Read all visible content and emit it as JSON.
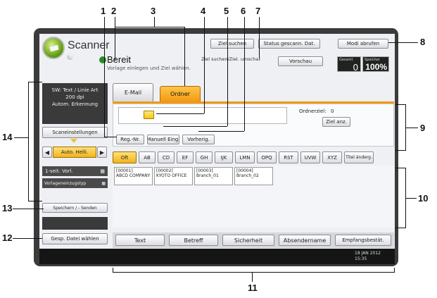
{
  "callouts": [
    "1",
    "2",
    "3",
    "4",
    "5",
    "6",
    "7",
    "8",
    "9",
    "10",
    "11",
    "12",
    "13",
    "14"
  ],
  "header": {
    "app_title": "Scanner",
    "status_title": "Bereit",
    "status_subtitle": "Vorlage einlegen und Ziel wählen.",
    "btn_dest_search": "Ziel suchen",
    "btn_scanned_status": "Status gescann. Dat.",
    "btn_recall_program": "Modi abrufen",
    "btn_switch_dest_list": "Ziel suchen/Ziel. umschalt.",
    "btn_preview": "Vorschau",
    "counter_label": "Gesamt",
    "counter_value": "0",
    "memory_label": "Speicher",
    "memory_value": "100%"
  },
  "tabs": {
    "email": "E-Mail",
    "folder": "Ordner"
  },
  "sidebar": {
    "settings_lines": [
      "SW: Text / Linie Art",
      "200 dpi",
      "Autom. Erkennung"
    ],
    "scan_settings_btn": "Scaneinstellungen",
    "density_value": "Auto. Helli.",
    "orig_type_btn": "1-seit. Vorl.",
    "orig_feed_btn": "Vorlageneinzugstyp",
    "store_send_btn": "Speichern / - Senden",
    "select_stored_btn": "Gesp. Datei wählen"
  },
  "dest_area": {
    "reg_no_btn": "Reg.-Nr.",
    "manual_entry_btn": "Manuell Eing.",
    "prev_btn": "Vorherig.",
    "dest_count_label": "Ordnerziel:",
    "dest_count_value": "0",
    "dest_list_btn": "Ziel anz."
  },
  "title_keys": [
    "Oft",
    "AB",
    "CD",
    "EF",
    "GH",
    "IJK",
    "LMN",
    "OPQ",
    "RST",
    "UVW",
    "XYZ",
    "Titel änderg."
  ],
  "destinations": [
    {
      "code": "[00001]",
      "name": "ABCD COMPANY"
    },
    {
      "code": "[00002]",
      "name": "KYOTO OFFICE"
    },
    {
      "code": "[00003]",
      "name": "Branch_01"
    },
    {
      "code": "[00004]",
      "name": "Branch_02"
    }
  ],
  "bottom_tabs": [
    "Text",
    "Betreff",
    "Sicherheit",
    "Absendername",
    "Empfangsbestät."
  ],
  "clock": {
    "date": "18 JAN 2012",
    "time": "15:35"
  }
}
